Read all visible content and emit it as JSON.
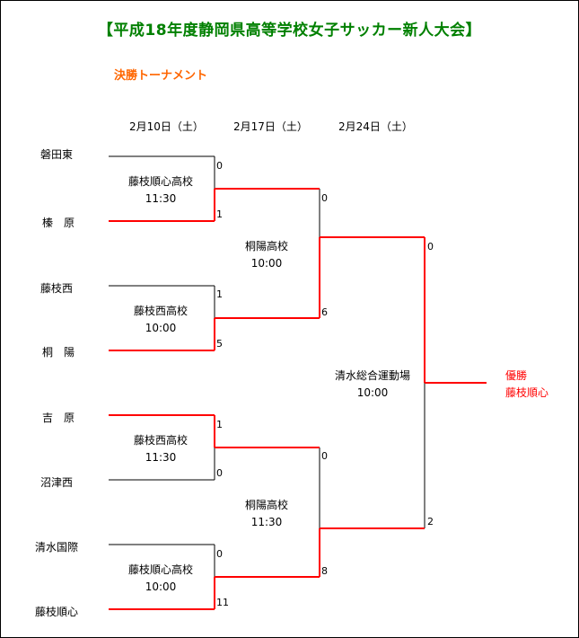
{
  "title": "【平成18年度静岡県高等学校女子サッカー新人大会】",
  "subtitle": "決勝トーナメント",
  "dates": [
    "2月10日（土）",
    "2月17日（土）",
    "2月24日（土）"
  ],
  "colors": {
    "title": "#008000",
    "subtitle": "#ff6600",
    "winner_line": "#ff0000",
    "line": "#000000",
    "champion": "#ff0000"
  },
  "teams": [
    "磐田東",
    "榛　原",
    "藤枝西",
    "桐　陽",
    "吉　原",
    "沼津西",
    "清水国際",
    "藤枝順心"
  ],
  "round1": [
    {
      "venue": "藤枝順心高校",
      "time": "11:30",
      "score_top": "0",
      "score_bottom": "1",
      "winner": "bottom"
    },
    {
      "venue": "藤枝西高校",
      "time": "10:00",
      "score_top": "1",
      "score_bottom": "5",
      "winner": "bottom"
    },
    {
      "venue": "藤枝西高校",
      "time": "11:30",
      "score_top": "1",
      "score_bottom": "0",
      "winner": "top"
    },
    {
      "venue": "藤枝順心高校",
      "time": "10:00",
      "score_top": "0",
      "score_bottom": "11",
      "winner": "bottom"
    }
  ],
  "round2": [
    {
      "venue": "桐陽高校",
      "time": "10:00",
      "score_top": "0",
      "score_bottom": "6",
      "winner": "bottom"
    },
    {
      "venue": "桐陽高校",
      "time": "11:30",
      "score_top": "0",
      "score_bottom": "8",
      "winner": "bottom"
    }
  ],
  "final": {
    "venue": "清水総合運動場",
    "time": "10:00",
    "score_top": "0",
    "score_bottom": "2",
    "winner": "top"
  },
  "champion": {
    "label": "優勝",
    "team": "藤枝順心"
  }
}
